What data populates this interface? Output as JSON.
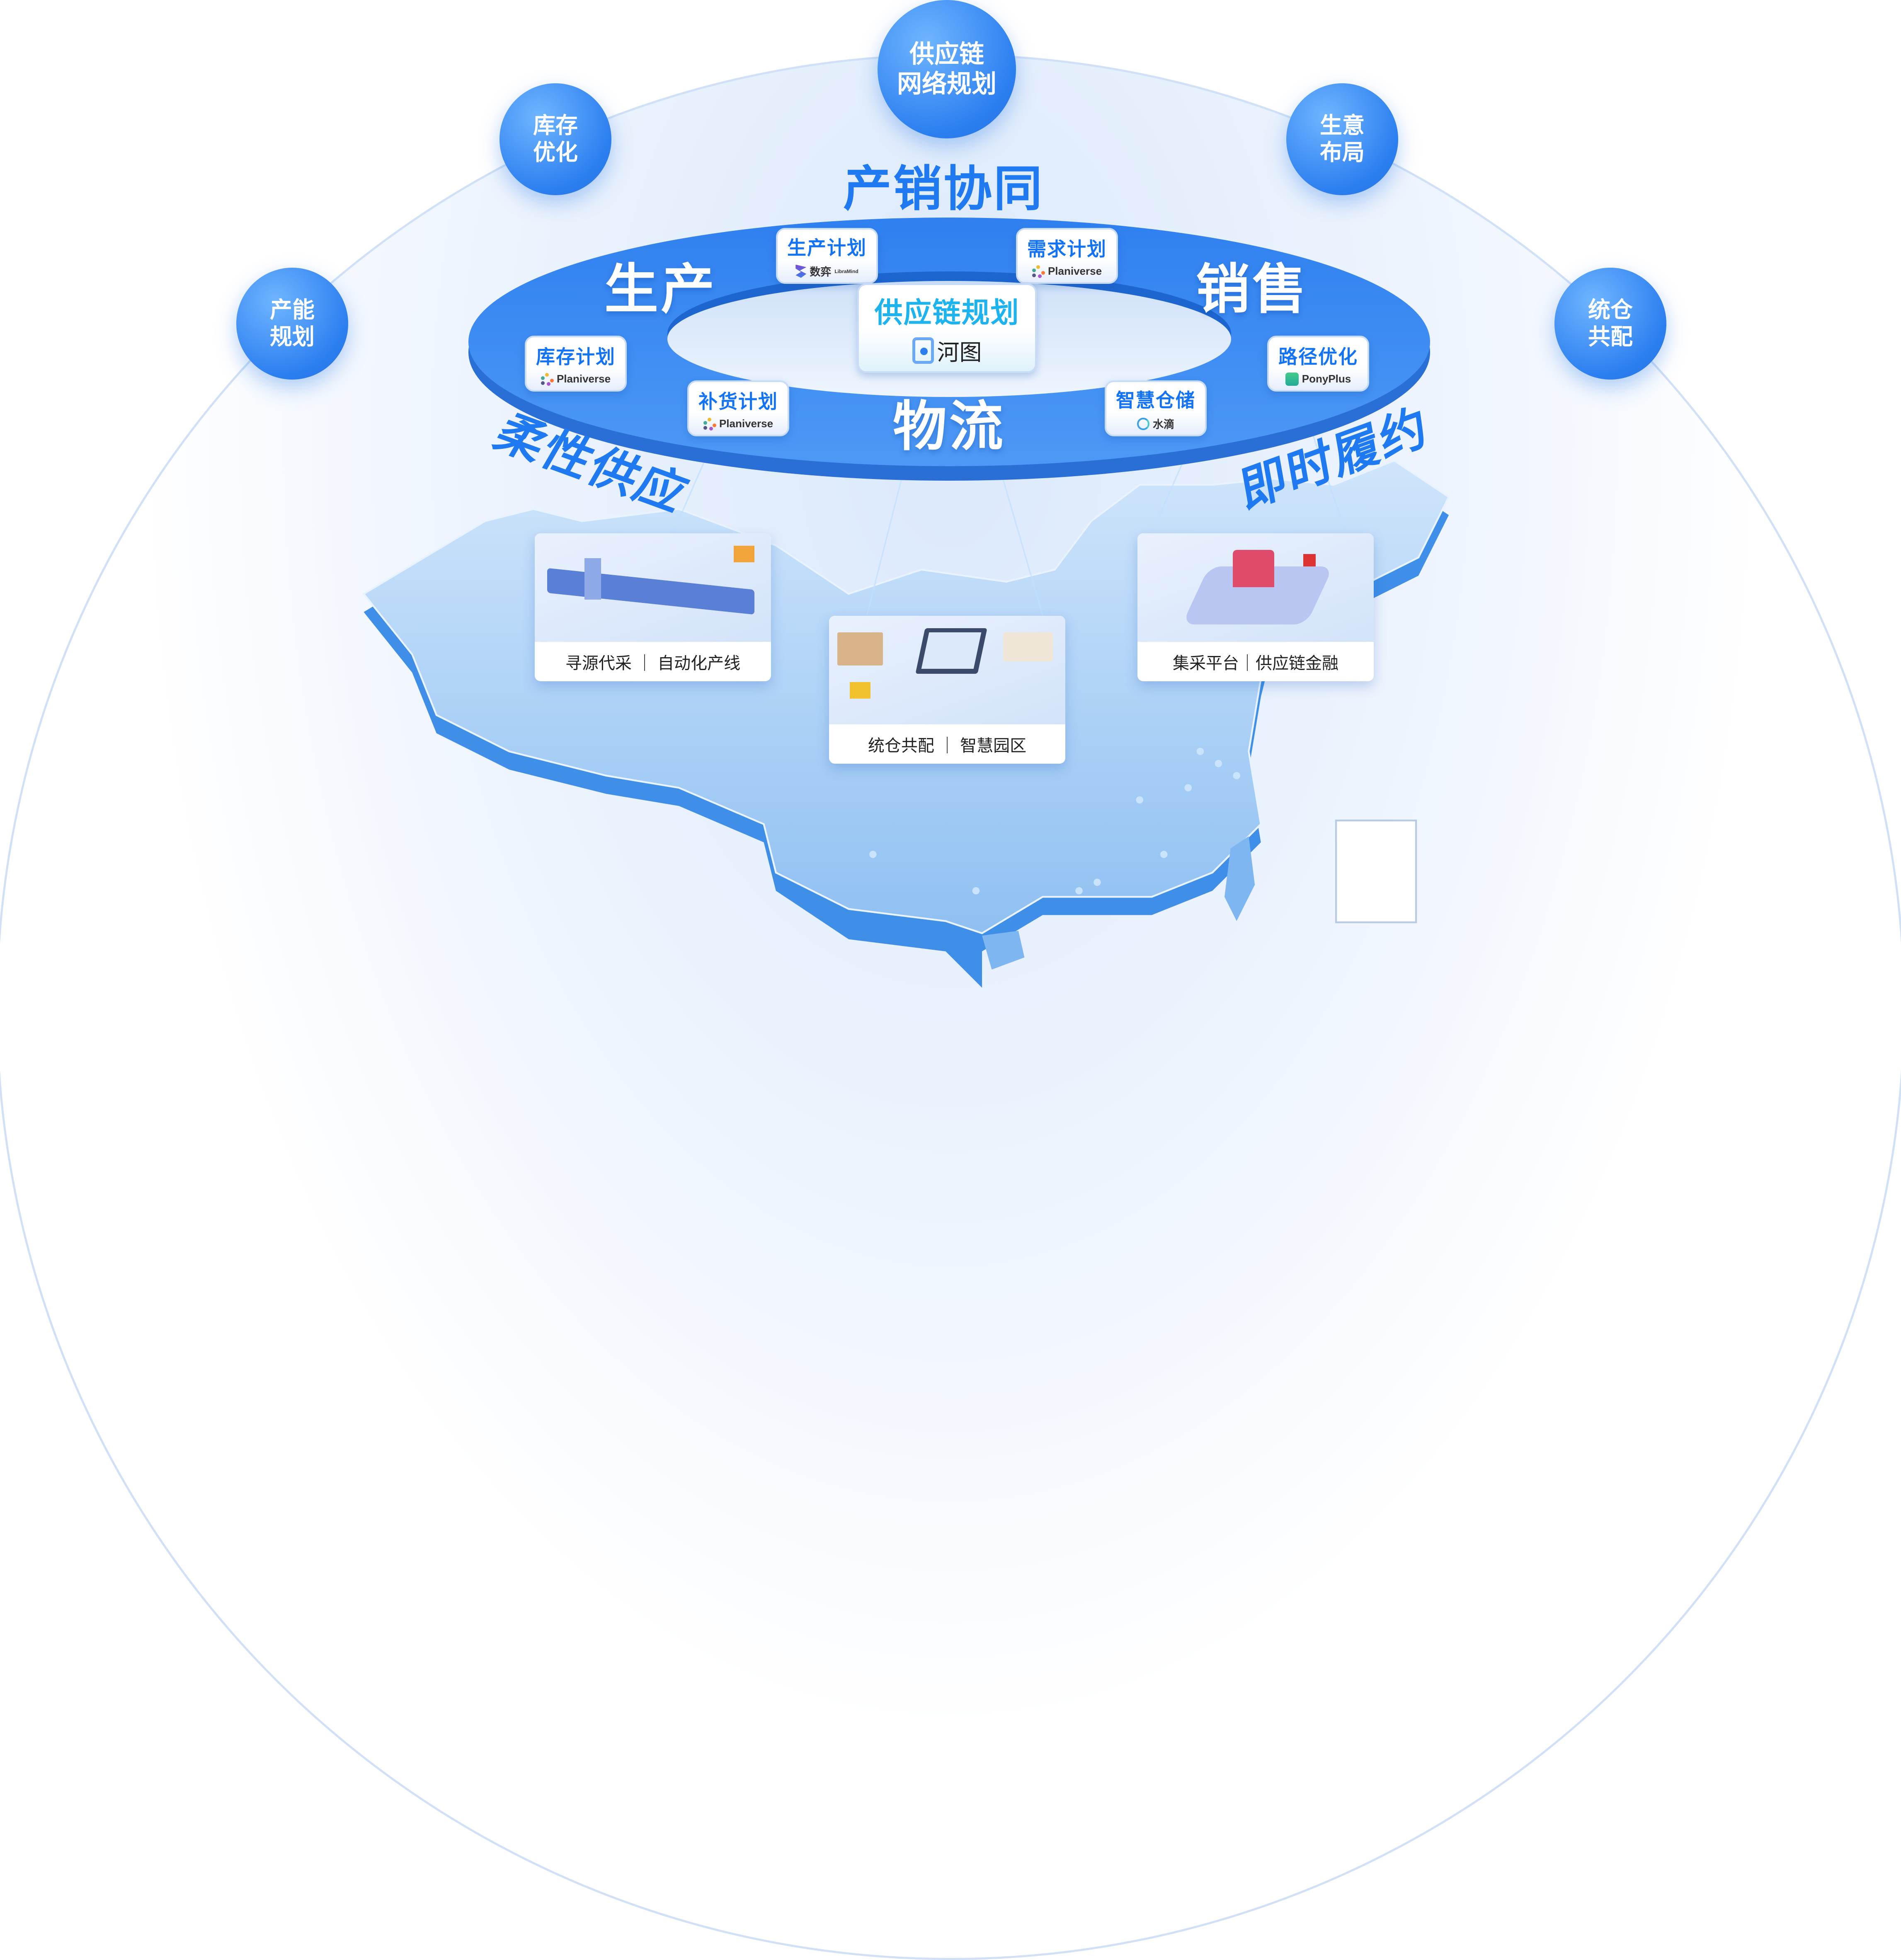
{
  "bubbles": {
    "top": [
      "供应链",
      "网络规划"
    ],
    "inventory": [
      "库存",
      "优化"
    ],
    "business": [
      "生意",
      "布局"
    ],
    "capacity": [
      "产能",
      "规划"
    ],
    "warehouse": [
      "统仓",
      "共配"
    ]
  },
  "title": "产销协同",
  "ring": {
    "production": "生产",
    "sales": "销售",
    "logistics": "物流"
  },
  "slogans": {
    "left": "柔性供应",
    "right": "即时履约"
  },
  "center_card": {
    "title": "供应链规划",
    "brand": "河图"
  },
  "cards": [
    {
      "title": "生产计划",
      "brand": "数弈",
      "brand_sub": "LibraMind"
    },
    {
      "title": "需求计划",
      "brand": "Planiverse"
    },
    {
      "title": "库存计划",
      "brand": "Planiverse"
    },
    {
      "title": "补货计划",
      "brand": "Planiverse"
    },
    {
      "title": "智慧仓储",
      "brand": "水滴"
    },
    {
      "title": "路径优化",
      "brand": "PonyPlus"
    }
  ],
  "photos": [
    {
      "label": "寻源代采 ｜ 自动化产线"
    },
    {
      "label": "统仓共配 ｜ 智慧园区"
    },
    {
      "label": "集采平台｜供应链金融"
    }
  ],
  "colors": {
    "primary": "#1f7af2",
    "ring": "#3a88f0",
    "map": "#a9cff7"
  }
}
